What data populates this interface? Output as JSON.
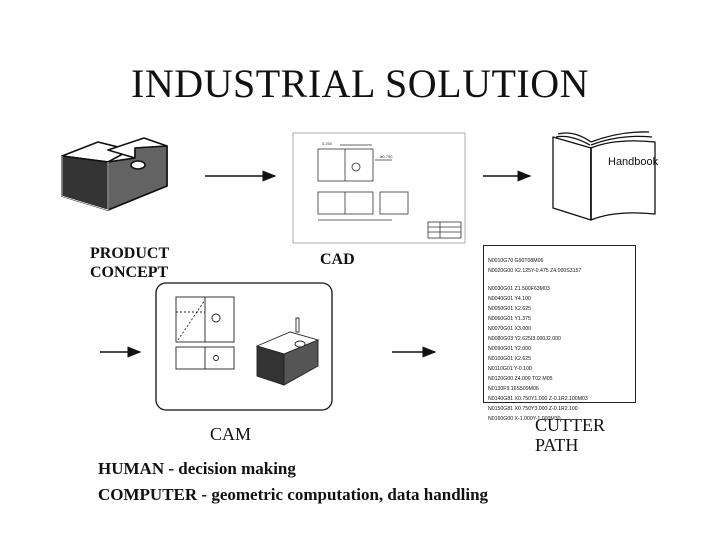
{
  "title": "INDUSTRIAL SOLUTION",
  "labels": {
    "product_line1": "PRODUCT",
    "product_line2": "CONCEPT",
    "cad": "CAD",
    "cam": "CAM",
    "cutter_line1": "CUTTER",
    "cutter_line2": "PATH"
  },
  "handbook_text": "Handbook",
  "nc_program": [
    "N0010G70 G90T08M06",
    "N0020G00 X2.125Y-0.475 Z4.000S3157",
    "N0030G01 Z1.500F63M03",
    "N0040G01 Y4.100",
    "N0050G01 X2.625",
    "N0060G01 Y1.375",
    "N0070G01 X3.000",
    "N0080G03 Y2.625I3.000J2.000",
    "N0090G01 Y2.000",
    "N0100G01 X2.625",
    "N0110G01 Y-0.100",
    "N0120G00 Z4.000 T02 M05",
    "N0130F9.16S509M06",
    "N0140G81 X0.750Y1.000 Z-0.1R2.100M03",
    "N0150G81 X0.750Y3.000 Z-0.1R2.100",
    "N0160G00 X-1.000Y-1.000M30"
  ],
  "bottom_text": {
    "human": "HUMAN - decision making",
    "computer": "COMPUTER - geometric computation, data handling"
  },
  "icons": [
    "product-block-icon",
    "cad-drawing-icon",
    "handbook-icon",
    "cam-part-icon"
  ]
}
